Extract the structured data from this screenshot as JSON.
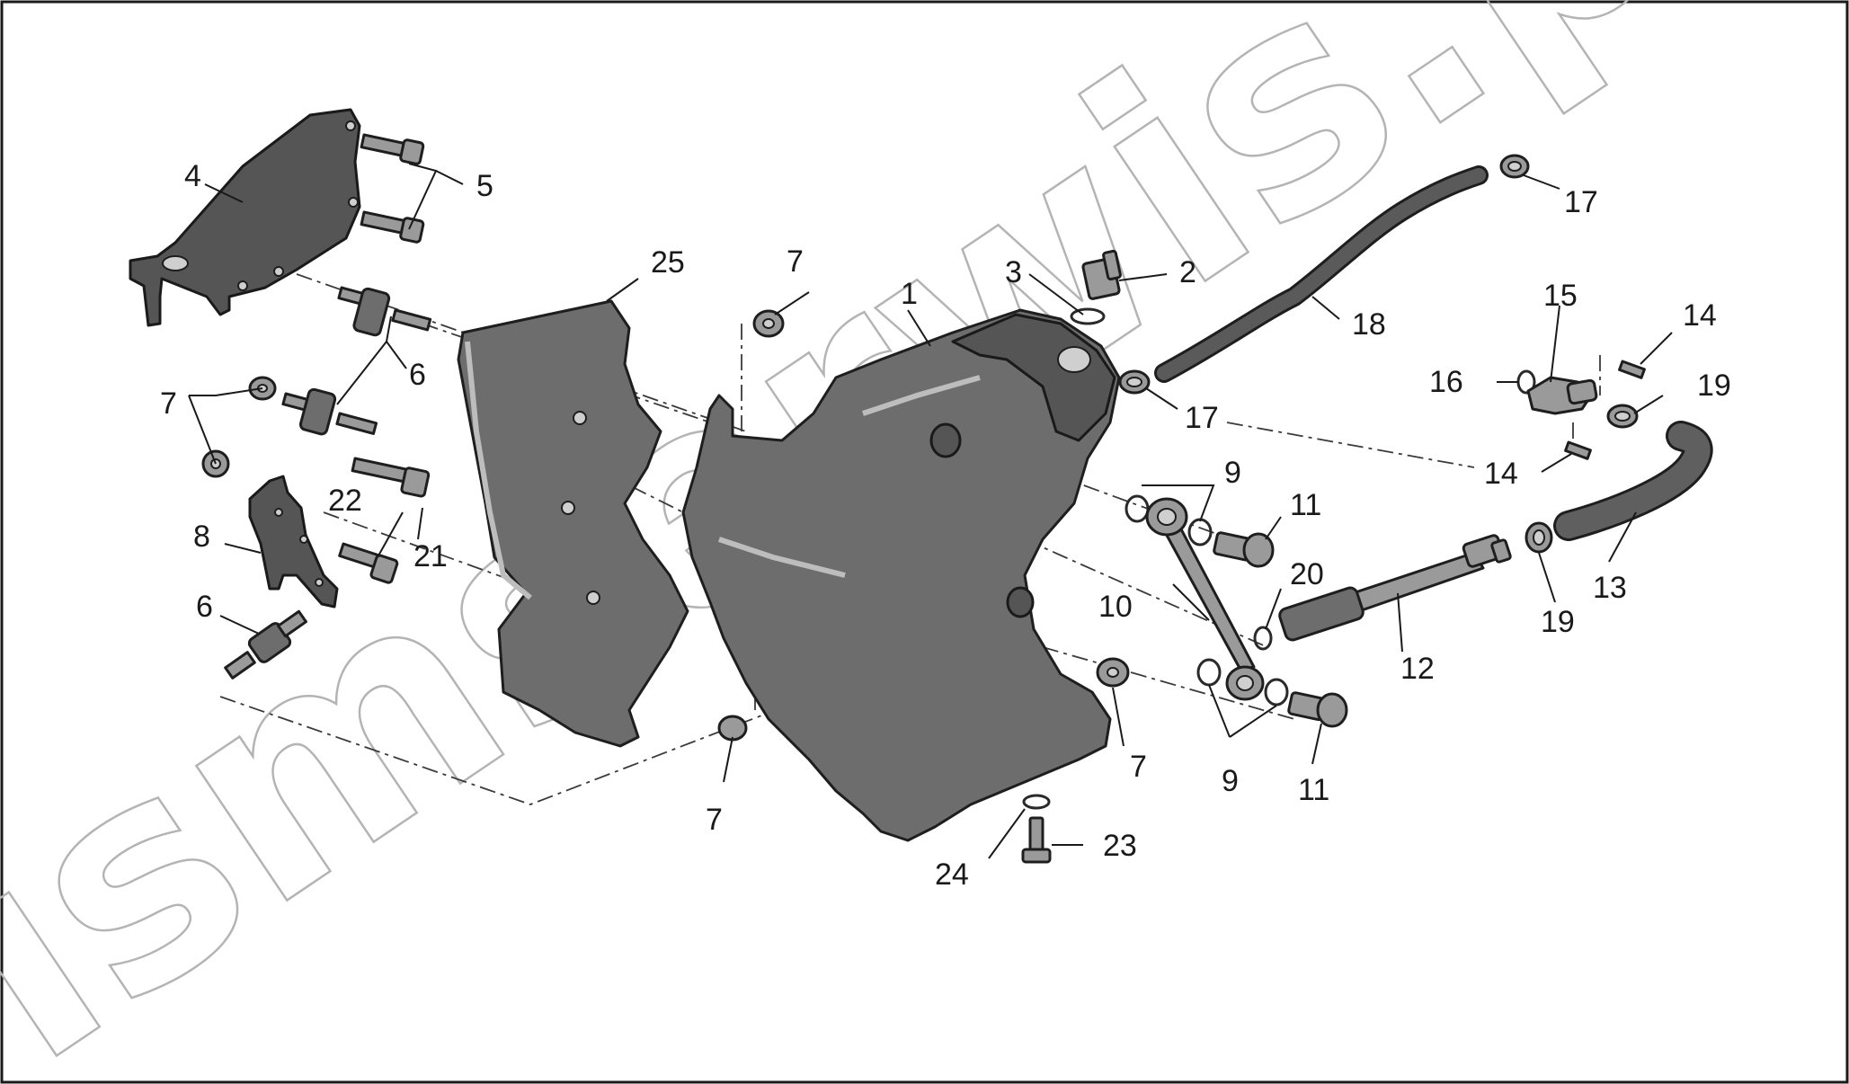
{
  "watermark": "ismserwis.pl",
  "labels": {
    "l1": "1",
    "l2": "2",
    "l3": "3",
    "l4": "4",
    "l5": "5",
    "l6a": "6",
    "l6b": "6",
    "l7a": "7",
    "l7b": "7",
    "l7c": "7",
    "l7d": "7",
    "l8": "8",
    "l9a": "9",
    "l9b": "9",
    "l10": "10",
    "l11a": "11",
    "l11b": "11",
    "l12": "12",
    "l13": "13",
    "l14a": "14",
    "l14b": "14",
    "l15": "15",
    "l16": "16",
    "l17a": "17",
    "l17b": "17",
    "l18": "18",
    "l19a": "19",
    "l19b": "19",
    "l20": "20",
    "l21": "21",
    "l22": "22",
    "l23": "23",
    "l24": "24",
    "l25": "25"
  }
}
